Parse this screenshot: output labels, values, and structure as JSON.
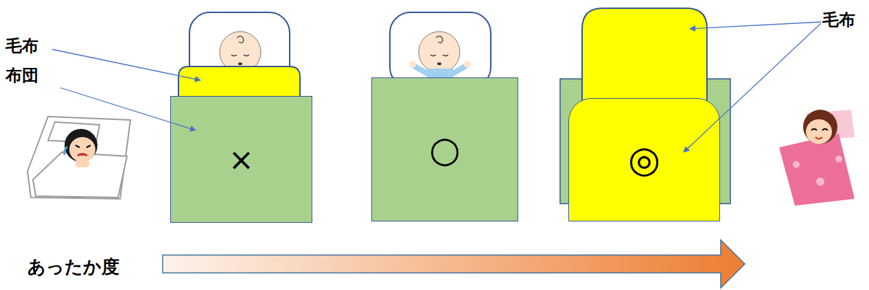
{
  "diagram": {
    "nodes": [
      {
        "text": [
          "×"
        ]
      },
      {
        "text": [
          "○"
        ]
      },
      {
        "text": [
          "◎"
        ]
      }
    ],
    "labels": [
      "毛布",
      "布団",
      "毛布",
      "あったか度"
    ]
  }
}
